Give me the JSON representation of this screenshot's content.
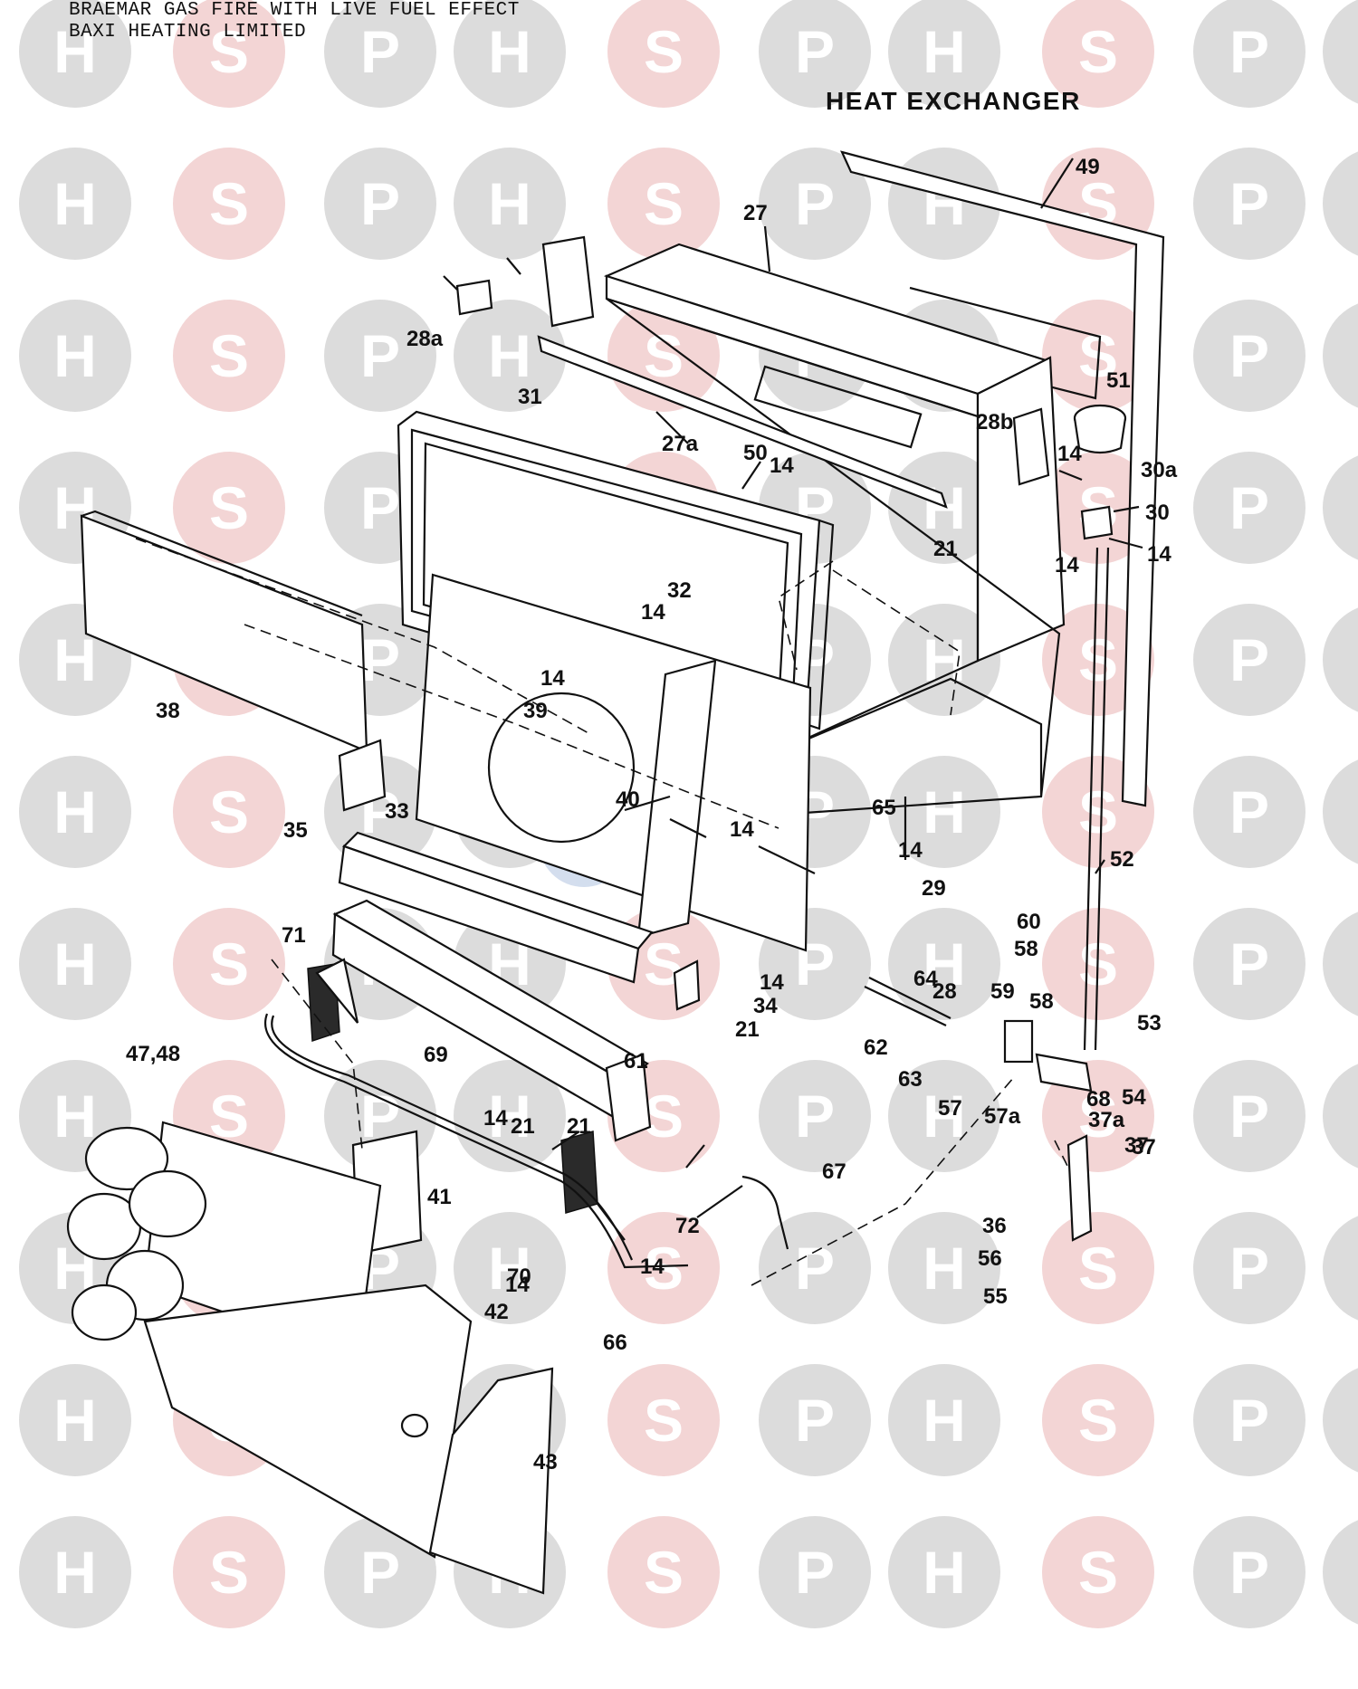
{
  "header": {
    "line1": "BRAEMAR GAS FIRE WITH LIVE FUEL EFFECT",
    "line2": "BAXI HEATING LIMITED"
  },
  "section_title": "HEAT  EXCHANGER",
  "watermark": {
    "letters": [
      "H",
      "S",
      "P"
    ],
    "colors": {
      "H": "#dcdcdc",
      "S": "#f3d5d5",
      "P": "#dcdcdc",
      "center_logo": "#c9d6ea"
    }
  },
  "part_labels": [
    "49",
    "27",
    "28a",
    "51",
    "31",
    "27a",
    "50",
    "14",
    "28b",
    "14",
    "30a",
    "30",
    "14",
    "14",
    "21",
    "32",
    "14",
    "14",
    "38",
    "39",
    "40",
    "14",
    "65",
    "35",
    "33",
    "14",
    "52",
    "29",
    "60",
    "58",
    "71",
    "34",
    "14",
    "21",
    "64",
    "28",
    "59",
    "58",
    "62",
    "53",
    "69",
    "61",
    "63",
    "57",
    "57a",
    "54",
    "47,48",
    "14",
    "21",
    "21",
    "68",
    "37a",
    "37",
    "67",
    "37",
    "41",
    "70",
    "72",
    "36",
    "14",
    "14",
    "56",
    "55",
    "42",
    "66",
    "43"
  ]
}
